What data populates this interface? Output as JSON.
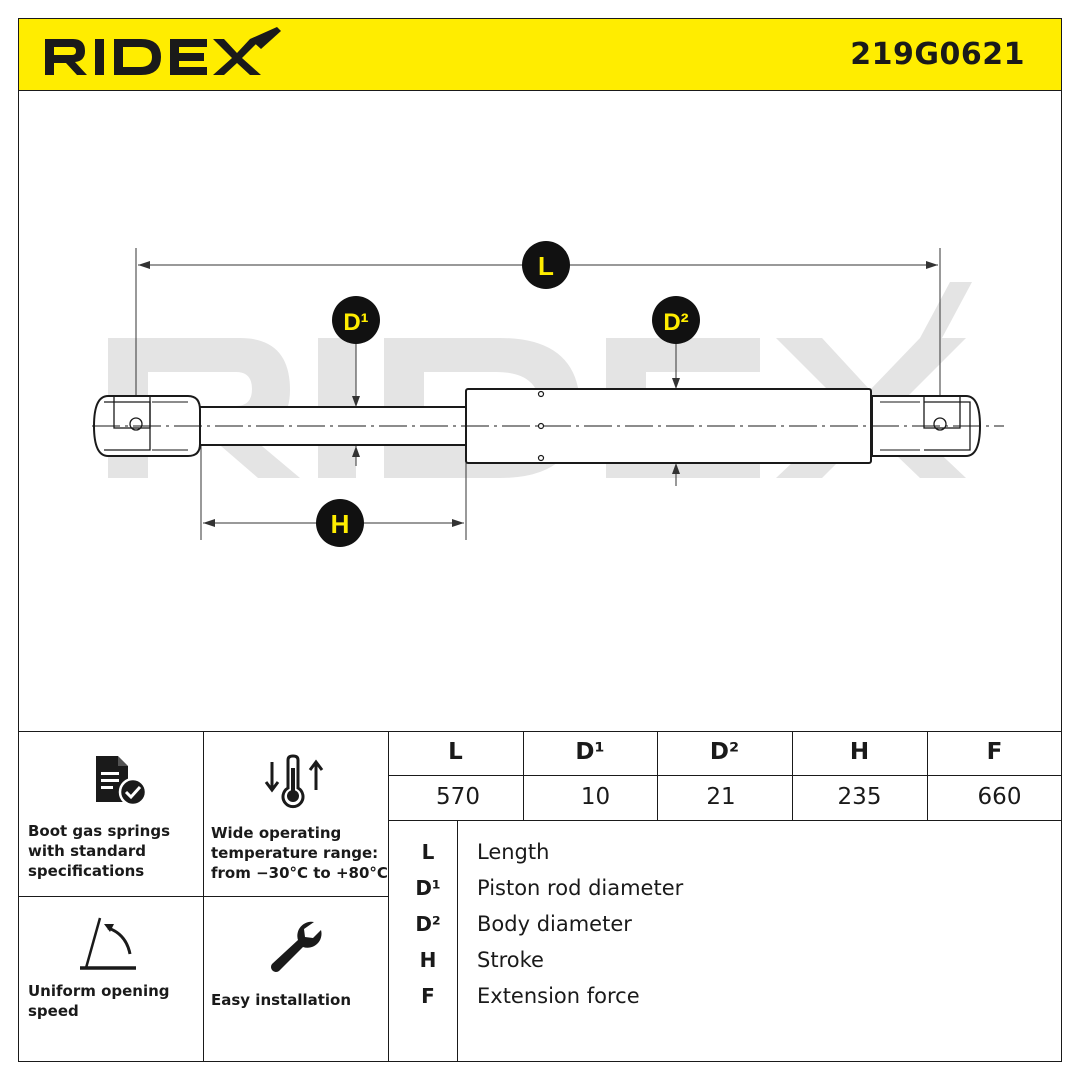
{
  "header": {
    "brand": "RIDEX",
    "part_number": "219G0621",
    "background_color": "#ffed00"
  },
  "drawing": {
    "watermark": "RIDEX",
    "callouts": {
      "L": "L",
      "D1": "D¹",
      "D2": "D²",
      "H": "H"
    },
    "callout_fill": "#111111",
    "callout_text_color": "#ffed00"
  },
  "features": [
    {
      "icon": "document-check-icon",
      "text": "Boot gas springs with standard specifications"
    },
    {
      "icon": "thermometer-arrows-icon",
      "text": "Wide operating temperature range: from −30°C to +80°C"
    },
    {
      "icon": "opening-angle-icon",
      "text": "Uniform opening speed"
    },
    {
      "icon": "wrench-icon",
      "text": "Easy installation"
    }
  ],
  "spec_table": {
    "headers": [
      "L",
      "D¹",
      "D²",
      "H",
      "F"
    ],
    "values": [
      "570",
      "10",
      "21",
      "235",
      "660"
    ]
  },
  "legend": [
    {
      "symbol": "L",
      "label": "Length"
    },
    {
      "symbol": "D¹",
      "label": "Piston rod diameter"
    },
    {
      "symbol": "D²",
      "label": "Body diameter"
    },
    {
      "symbol": "H",
      "label": "Stroke"
    },
    {
      "symbol": "F",
      "label": "Extension force"
    }
  ]
}
